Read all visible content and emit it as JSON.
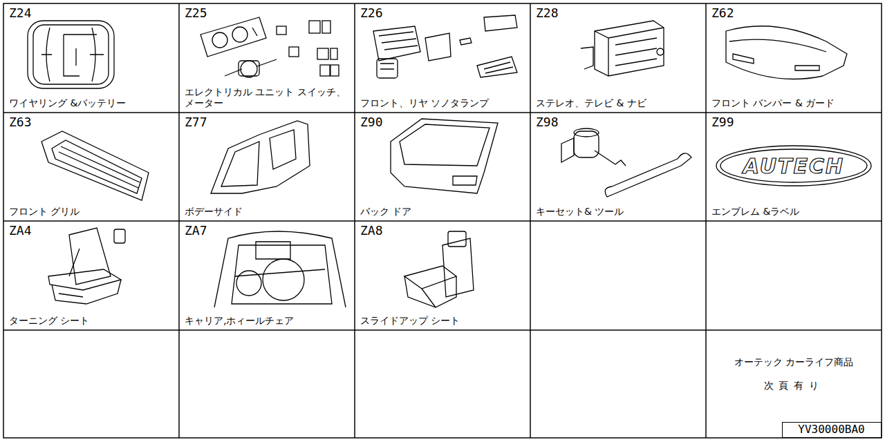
{
  "diagram": {
    "nodes": [
      {
        "text": [
          "Z24",
          "ワイヤリング &バッテリー"
        ]
      },
      {
        "text": [
          "Z25",
          "エレクトリカル ユニット スイッチ、メーター"
        ]
      },
      {
        "text": [
          "Z26",
          "フロント、リヤ ソノタランプ"
        ]
      },
      {
        "text": [
          "Z28",
          "ステレオ、テレビ & ナビ"
        ]
      },
      {
        "text": [
          "Z62",
          "フロント バンパー & ガード"
        ]
      },
      {
        "text": [
          "Z63",
          "フロント グリル"
        ]
      },
      {
        "text": [
          "Z77",
          "ボデーサイド"
        ]
      },
      {
        "text": [
          "Z90",
          "バック ドア"
        ]
      },
      {
        "text": [
          "Z98",
          "キーセット& ツール"
        ]
      },
      {
        "text": [
          "Z99",
          "エンブレム &ラベル"
        ]
      },
      {
        "text": [
          "ZA4",
          "ターニング シート"
        ]
      },
      {
        "text": [
          "ZA7",
          "キャリア,ホィールチェア"
        ]
      },
      {
        "text": [
          "ZA8",
          "スライドアップ シート"
        ]
      },
      {
        "text": [
          "オーテック カーライフ商品",
          "次頁有り"
        ]
      },
      {
        "text": [
          "YV30000BA0"
        ],
        "in": 13
      }
    ],
    "labels": [
      "AUTECH"
    ]
  }
}
